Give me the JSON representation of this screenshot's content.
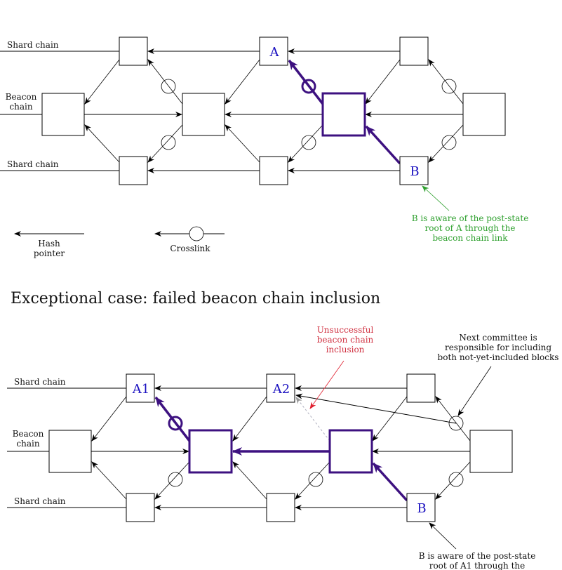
{
  "colors": {
    "line": "#000000",
    "highlight": "#3d1180",
    "box_label": "#1a10c0",
    "green_note": "#2ea02e",
    "red_note": "#d03040",
    "dashed": "#b0b0c0"
  },
  "top": {
    "chain_labels": {
      "shard_top": "Shard chain",
      "beacon": [
        "Beacon",
        "chain"
      ],
      "shard_bottom": "Shard chain"
    },
    "block_labels": {
      "a": "A",
      "b": "B"
    },
    "note": [
      "B is aware of the post-state",
      "root of A through the",
      "beacon chain link"
    ]
  },
  "legend": {
    "hash_pointer": [
      "Hash",
      "pointer"
    ],
    "crosslink": "Crosslink"
  },
  "section_title": "Exceptional case: failed beacon chain inclusion",
  "bottom": {
    "chain_labels": {
      "shard_top": "Shard chain",
      "beacon": [
        "Beacon",
        "chain"
      ],
      "shard_bottom": "Shard chain"
    },
    "block_labels": {
      "a1": "A1",
      "a2": "A2",
      "b": "B"
    },
    "unsuccessful_note": [
      "Unsuccessful",
      "beacon chain",
      "inclusion"
    ],
    "committee_note": [
      "Next committee is",
      "responsible for including",
      "both not-yet-included blocks"
    ],
    "note": [
      "B is aware of the post-state",
      "root of A1 through the"
    ]
  }
}
